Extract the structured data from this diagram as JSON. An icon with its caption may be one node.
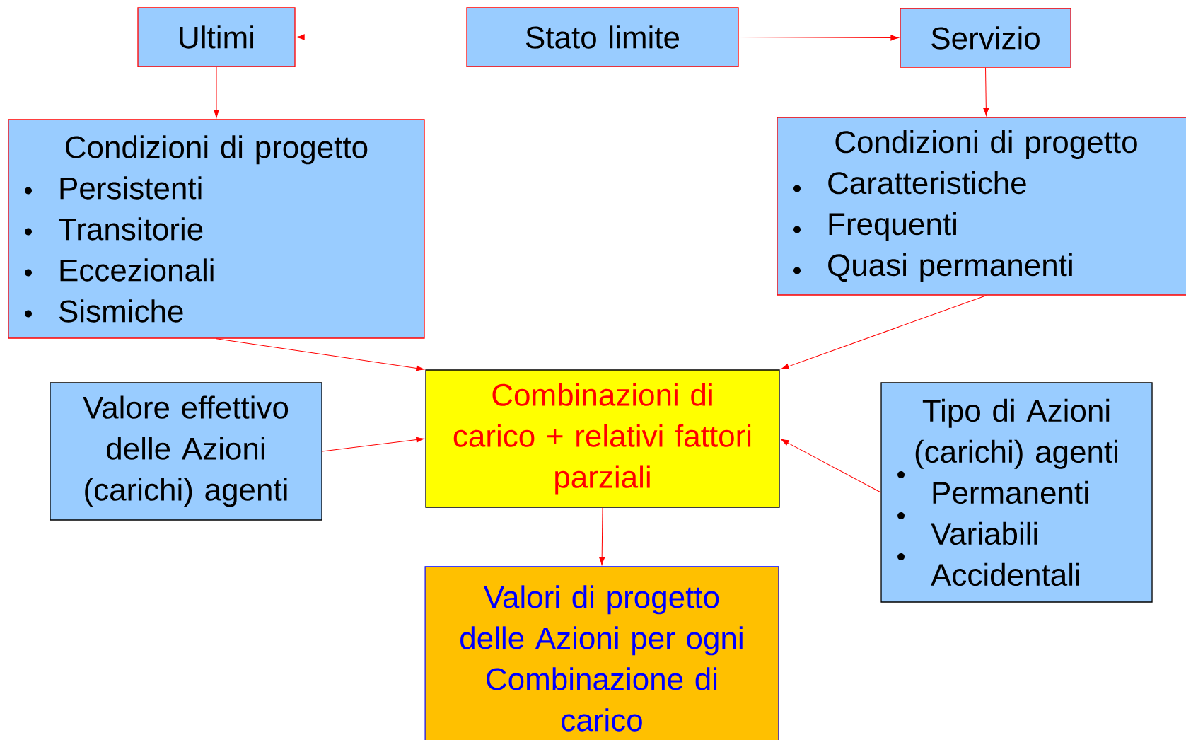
{
  "diagram": {
    "nodes": [
      {
        "text": [
          "Stato limite"
        ]
      },
      {
        "text": [
          "Ultimi"
        ]
      },
      {
        "text": [
          "Servizio"
        ]
      },
      {
        "text": [
          "Condizioni di progetto",
          "Persistenti",
          "Transitorie",
          "Eccezionali",
          "Sismiche"
        ]
      },
      {
        "text": [
          "Condizioni di progetto",
          "Caratteristiche",
          "Frequenti",
          "Quasi permanenti"
        ]
      },
      {
        "text": [
          "Combinazioni di carico + relativi fattori parziali"
        ]
      },
      {
        "text": [
          "Valore effettivo delle Azioni (carichi) agenti"
        ]
      },
      {
        "text": [
          "Tipo di Azioni (carichi) agenti",
          "Permanenti",
          "Variabili",
          "Accidentali"
        ]
      },
      {
        "text": [
          "Valori di progetto delle Azioni per ogni Combinazione di carico"
        ]
      }
    ],
    "edges": [
      {
        "from": 0,
        "to": 1,
        "arrow": "to"
      },
      {
        "from": 0,
        "to": 2,
        "arrow": "to"
      },
      {
        "from": 1,
        "to": 3,
        "arrow": "to"
      },
      {
        "from": 2,
        "to": 4,
        "arrow": "to"
      },
      {
        "from": 3,
        "to": 5,
        "arrow": "to"
      },
      {
        "from": 4,
        "to": 5,
        "arrow": "to"
      },
      {
        "from": 6,
        "to": 5,
        "arrow": "to"
      },
      {
        "from": 7,
        "to": 5,
        "arrow": "to"
      },
      {
        "from": 5,
        "to": 8,
        "arrow": "to"
      }
    ]
  }
}
